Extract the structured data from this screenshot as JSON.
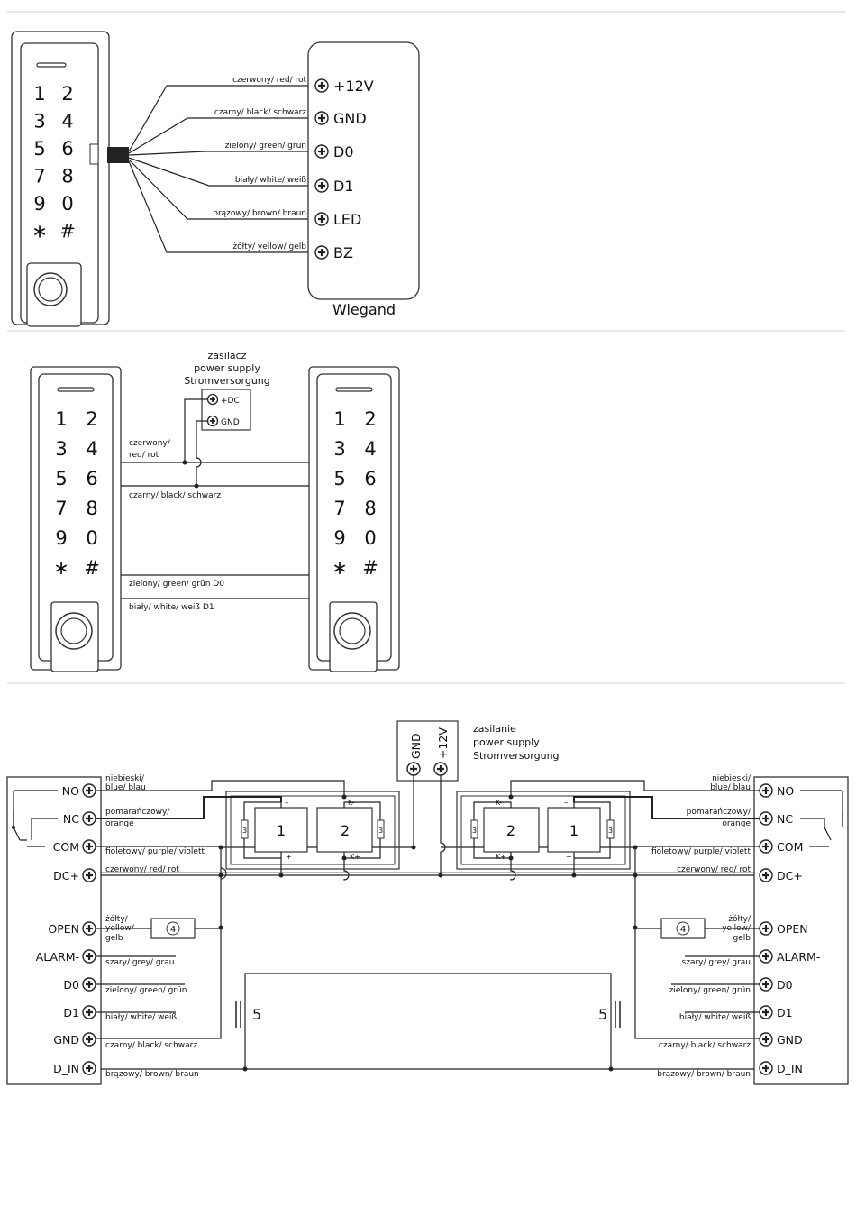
{
  "keypad_keys": [
    "1",
    "2",
    "3",
    "4",
    "5",
    "6",
    "7",
    "8",
    "9",
    "0",
    "∗",
    "#"
  ],
  "section1": {
    "wires": [
      {
        "color_label": "czerwony/ red/ rot",
        "terminal": "+12V"
      },
      {
        "color_label": "czarny/ black/ schwarz",
        "terminal": "GND"
      },
      {
        "color_label": "zielony/ green/ grün",
        "terminal": "D0"
      },
      {
        "color_label": "biały/ white/ weiß",
        "terminal": "D1"
      },
      {
        "color_label": "brązowy/ brown/ braun",
        "terminal": "LED"
      },
      {
        "color_label": "żółty/ yellow/ gelb",
        "terminal": "BZ"
      }
    ],
    "controller_label": "Wiegand"
  },
  "section2": {
    "psu_label": [
      "zasilacz",
      "power supply",
      "Stromversorgung"
    ],
    "psu_terminals": [
      "+DC",
      "GND"
    ],
    "wire_red": [
      "czerwony/",
      "red/ rot"
    ],
    "wire_black": "czarny/ black/ schwarz",
    "wire_green": "zielony/ green/ grün D0",
    "wire_white": "biały/ white/ weiß D1"
  },
  "section3": {
    "psu_label": [
      "zasilanie",
      "power supply",
      "Stromversorgung"
    ],
    "psu_terminals": [
      "GND",
      "+12V"
    ],
    "terminals": [
      "NO",
      "NC",
      "COM",
      "DC+",
      "OPEN",
      "ALARM-",
      "D0",
      "D1",
      "GND",
      "D_IN"
    ],
    "wire_labels": {
      "no": [
        "niebieski/",
        "blue/ blau"
      ],
      "nc": [
        "pomarańczowy/",
        "orange"
      ],
      "com": "fioletowy/ purple/ violett",
      "dc": "czerwony/ red/ rot",
      "open": [
        "żółty/",
        "yellow/",
        "gelb"
      ],
      "alarm": "szary/ grey/ grau",
      "d0": "zielony/ green/ grün",
      "d1": "biały/ white/ weiß",
      "gnd": "czarny/ black/ schwarz",
      "din": "brązowy/ brown/ braun"
    },
    "lock_numbers": [
      "1",
      "2"
    ],
    "relay_marks": {
      "k_minus": "K-",
      "k_plus": "K+",
      "minus": "–",
      "plus": "+"
    },
    "resistor_label": "3",
    "button_label": "4",
    "door_sensor_label": "5"
  }
}
